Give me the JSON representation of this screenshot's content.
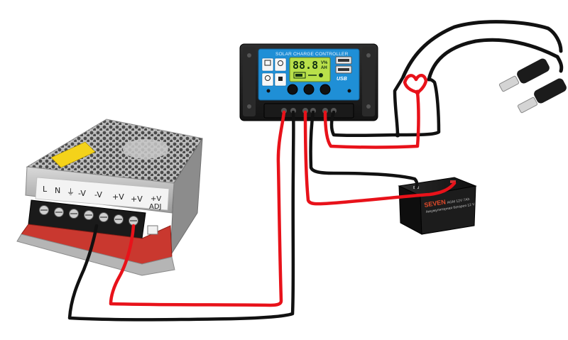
{
  "power_supply": {
    "terminal_labels": [
      "L",
      "N",
      "⏚",
      "-V",
      "-V",
      "+V",
      "+V"
    ],
    "adj_top": "+V",
    "adj_bottom": "ADJ"
  },
  "controller": {
    "title": "SOLAR CHARGE CONTROLLER",
    "lcd_digits": "88.8",
    "lcd_unit_top": "V%",
    "lcd_unit_bottom": "AH",
    "usb_label": "USB"
  },
  "battery": {
    "brand": "SEVEN",
    "model_text": "AGM 12V 7Ah",
    "subtitle_text": "Аккумуляторная батарея 12 V"
  },
  "colors": {
    "positive_wire": "#e8121a",
    "negative_wire": "#111111",
    "controller_panel": "#1f8fd6",
    "lcd": "#b9e04a",
    "battery_body": "#1c1c1c",
    "psu_case": "#b7b7b7",
    "psu_pcb": "#c9382f"
  }
}
